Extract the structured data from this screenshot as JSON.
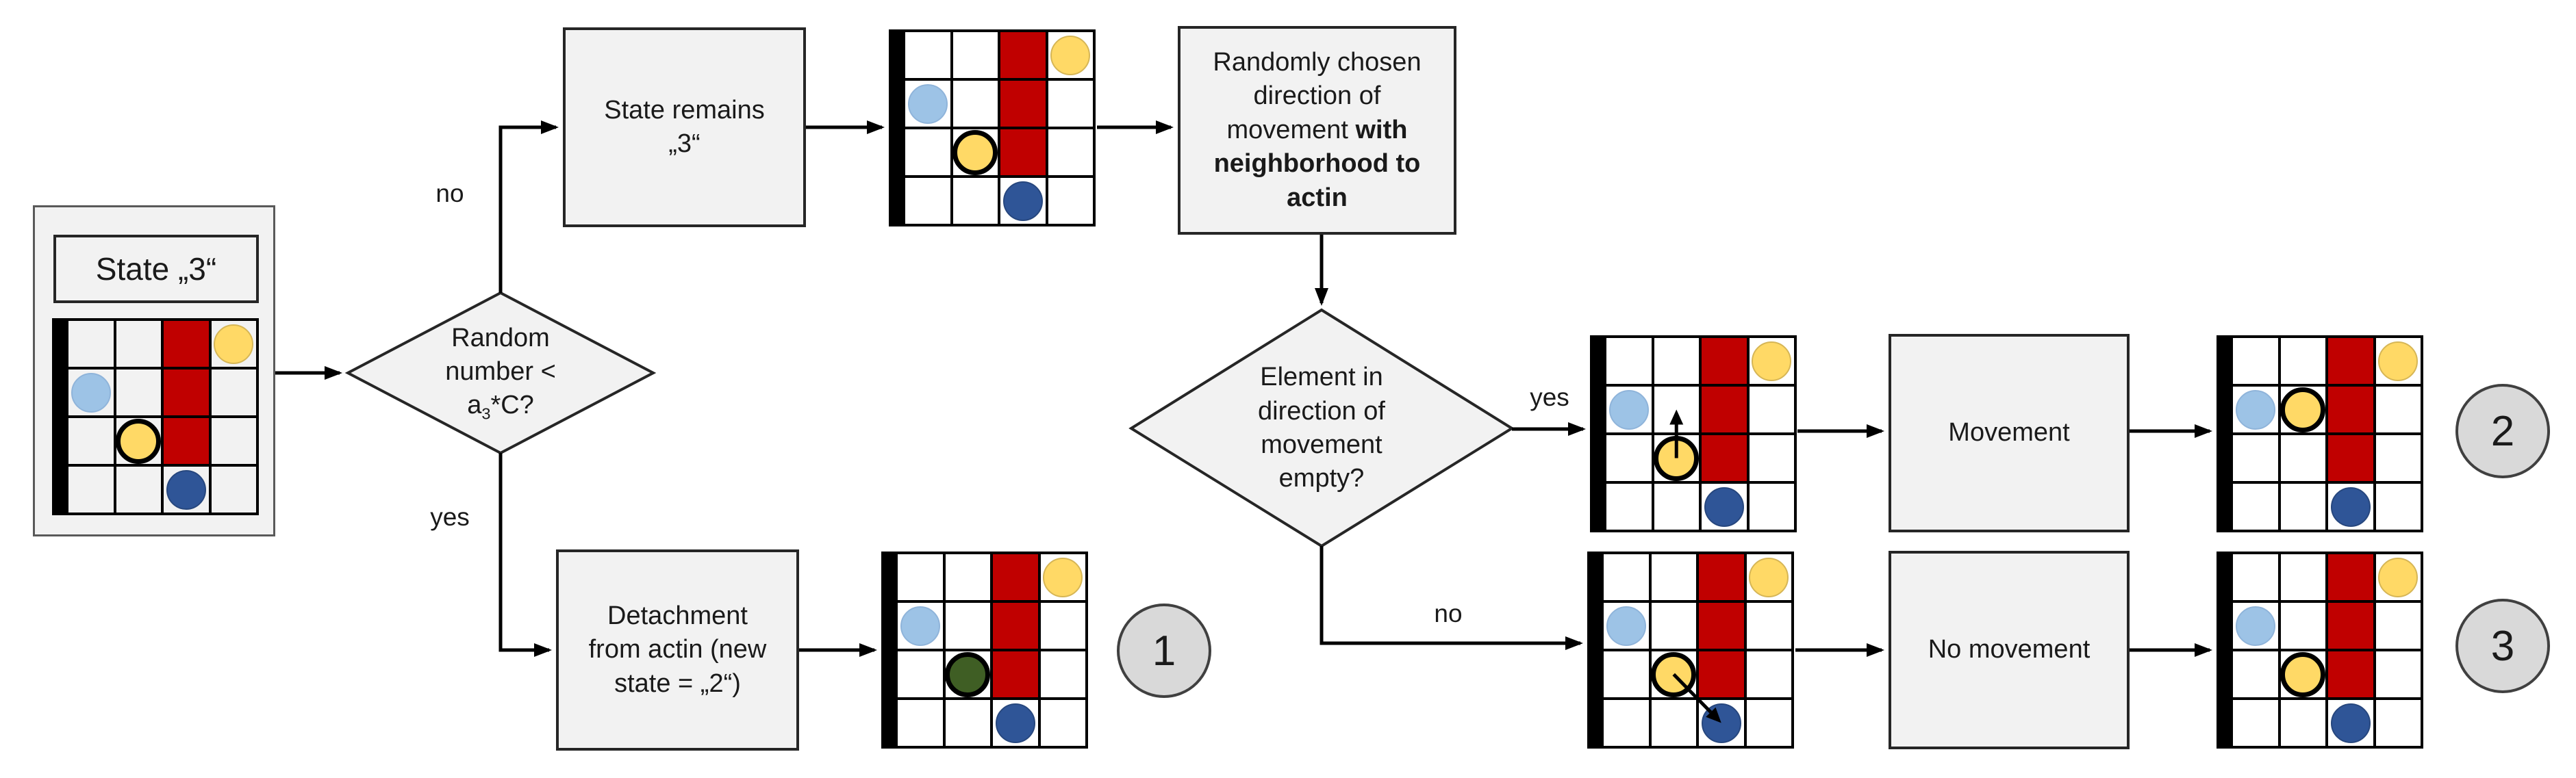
{
  "colors": {
    "red": "#C00000",
    "yellow": "#FFD966",
    "yellow_border": "#D6B656",
    "light_blue": "#9DC3E6",
    "light_blue_border": "#8FB4DA",
    "dark_blue": "#2F5597",
    "dark_blue_border": "#27477E",
    "green": "#3F5E24",
    "node_fill": "#F2F2F2",
    "node_border": "#262626",
    "badge_fill": "#D9D9D9",
    "arrow": "#000000"
  },
  "state_box": {
    "label": "State „3“"
  },
  "boxes": {
    "state_remains": {
      "text": "State remains\n„3“"
    },
    "randomly": {
      "text_normal": "Randomly chosen\ndirection of\nmovement ",
      "text_bold": "with\nneighborhood  to\nactin"
    },
    "movement": {
      "text": "Movement"
    },
    "no_movement": {
      "text": "No movement"
    },
    "detachment": {
      "text": "Detachment\nfrom actin (new\nstate = „2“)"
    }
  },
  "diamonds": {
    "random_number": {
      "text": "Random\nnumber <",
      "sub_pre": "a",
      "sub": "3",
      "sub_post": "*C?"
    },
    "element_empty": {
      "text": "Element in\ndirection of\nmovement\nempty?"
    }
  },
  "edge_labels": {
    "no_state_remains": "no",
    "yes_detach": "yes",
    "yes_move": "yes",
    "no_move": "no"
  },
  "badges": [
    {
      "label": "1"
    },
    {
      "label": "2"
    },
    {
      "label": "3"
    }
  ],
  "grids": {
    "rows": 4,
    "cols": 4,
    "instances": [
      {
        "id": "initial",
        "bg": "gray",
        "red_col": 2,
        "red_rows": [
          0,
          1,
          2
        ],
        "circles": [
          [
            "yellow",
            0,
            3
          ],
          [
            "light_blue",
            1,
            0
          ],
          [
            "yellow_outlined",
            2,
            1
          ],
          [
            "dark_blue",
            3,
            2
          ]
        ]
      },
      {
        "id": "remains",
        "bg": "white",
        "red_col": 2,
        "red_rows": [
          0,
          1,
          2
        ],
        "circles": [
          [
            "yellow",
            0,
            3
          ],
          [
            "light_blue",
            1,
            0
          ],
          [
            "yellow_outlined",
            2,
            1
          ],
          [
            "dark_blue",
            3,
            2
          ]
        ]
      },
      {
        "id": "direction",
        "bg": "white",
        "red_col": 2,
        "red_rows": [
          0,
          1,
          2
        ],
        "circles": [
          [
            "yellow",
            0,
            3
          ],
          [
            "light_blue",
            1,
            0
          ],
          [
            "yellow_outlined",
            2,
            1
          ],
          [
            "dark_blue",
            3,
            2
          ]
        ],
        "arrow": {
          "from": [
            2,
            1
          ],
          "to": [
            1,
            1
          ]
        }
      },
      {
        "id": "moved",
        "bg": "white",
        "red_col": 2,
        "red_rows": [
          0,
          1,
          2
        ],
        "circles": [
          [
            "yellow",
            0,
            3
          ],
          [
            "light_blue",
            1,
            0
          ],
          [
            "yellow_outlined",
            1,
            1
          ],
          [
            "dark_blue",
            3,
            2
          ]
        ]
      },
      {
        "id": "blocked",
        "bg": "white",
        "red_col": 2,
        "red_rows": [
          0,
          1,
          2
        ],
        "circles": [
          [
            "yellow",
            0,
            3
          ],
          [
            "light_blue",
            1,
            0
          ],
          [
            "yellow_outlined",
            2,
            1
          ],
          [
            "dark_blue",
            3,
            2
          ]
        ],
        "arrow": {
          "from": [
            2,
            1
          ],
          "to": [
            3,
            2
          ]
        }
      },
      {
        "id": "unchanged",
        "bg": "white",
        "red_col": 2,
        "red_rows": [
          0,
          1,
          2
        ],
        "circles": [
          [
            "yellow",
            0,
            3
          ],
          [
            "light_blue",
            1,
            0
          ],
          [
            "yellow_outlined",
            2,
            1
          ],
          [
            "dark_blue",
            3,
            2
          ]
        ]
      },
      {
        "id": "detached",
        "bg": "white",
        "red_col": 2,
        "red_rows": [
          0,
          1,
          2
        ],
        "circles": [
          [
            "yellow",
            0,
            3
          ],
          [
            "light_blue",
            1,
            0
          ],
          [
            "green_outlined",
            2,
            1
          ],
          [
            "dark_blue",
            3,
            2
          ]
        ]
      }
    ]
  }
}
